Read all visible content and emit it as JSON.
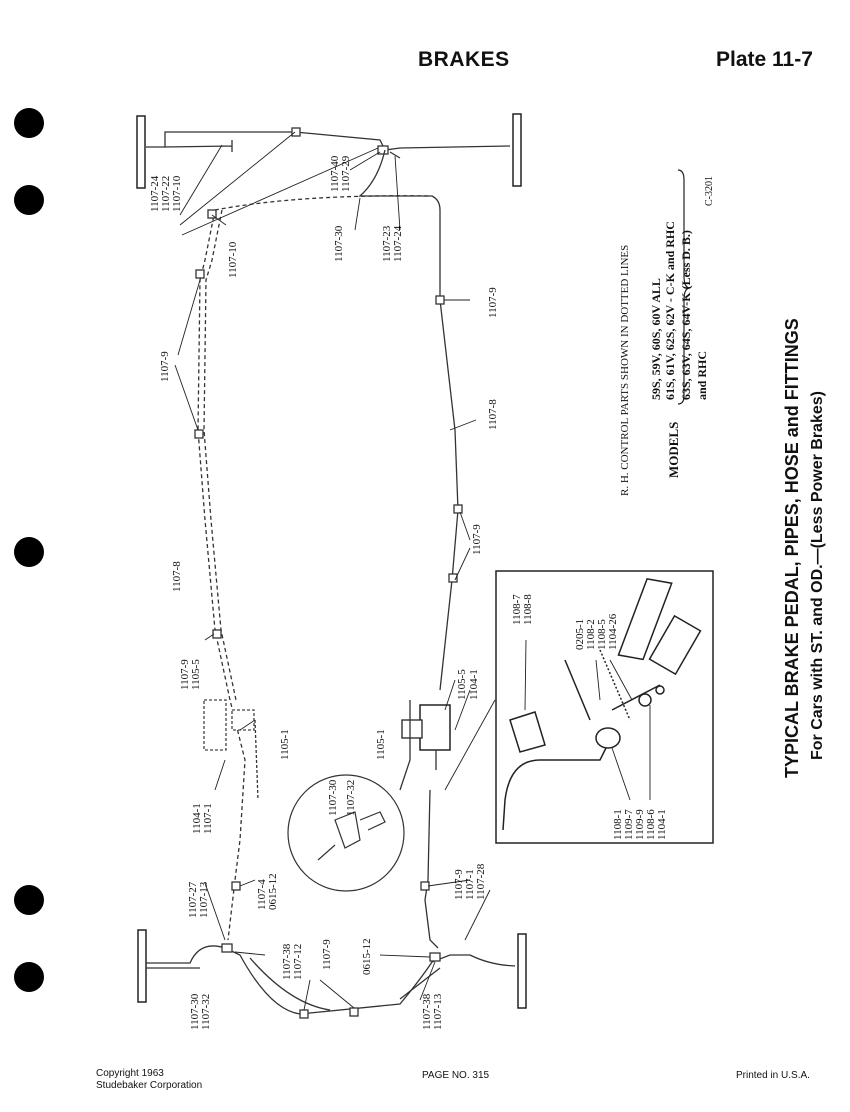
{
  "header": {
    "section": "BRAKES",
    "plate": "Plate 11-7"
  },
  "caption": {
    "title": "TYPICAL BRAKE PEDAL, PIPES, HOSE and FITTINGS",
    "subtitle": "For Cars with ST. and OD.—(Less Power Brakes)"
  },
  "notes": {
    "rh_control": "R. H. CONTROL PARTS SHOWN IN DOTTED LINES",
    "models_label": "MODELS",
    "models_line1": "59S, 59V, 60S, 60V ALL",
    "models_line2": "61S, 61V, 62S, 62V - C-K and RHC",
    "models_line3": "63S, 63V, 64S, 64V-K (Less D. B.)",
    "models_line4": "and RHC",
    "code": "C-3201"
  },
  "callouts": [
    {
      "id": "top-left-group",
      "lines": [
        "1107-24",
        "1107-22",
        "1107-10"
      ]
    },
    {
      "id": "top-1107-10",
      "lines": [
        "1107-10"
      ]
    },
    {
      "id": "top-right-a",
      "lines": [
        "1107-40",
        "1107-29"
      ]
    },
    {
      "id": "top-right-b",
      "lines": [
        "1107-30"
      ]
    },
    {
      "id": "top-right-c",
      "lines": [
        "1107-23",
        "1107-24"
      ]
    },
    {
      "id": "right-1107-9-upper",
      "lines": [
        "1107-9"
      ]
    },
    {
      "id": "left-1107-9-upper",
      "lines": [
        "1107-9"
      ]
    },
    {
      "id": "right-1107-8",
      "lines": [
        "1107-8"
      ]
    },
    {
      "id": "left-1107-8",
      "lines": [
        "1107-8"
      ]
    },
    {
      "id": "right-1107-9-mid",
      "lines": [
        "1107-9"
      ]
    },
    {
      "id": "left-1107-9-1105-5",
      "lines": [
        "1107-9",
        "1105-5"
      ]
    },
    {
      "id": "left-1105-1",
      "lines": [
        "1105-1"
      ]
    },
    {
      "id": "right-1105-5-1104-1",
      "lines": [
        "1105-5",
        "1104-1"
      ]
    },
    {
      "id": "right-1105-1",
      "lines": [
        "1105-1"
      ]
    },
    {
      "id": "left-1104-1-1107-1",
      "lines": [
        "1104-1",
        "1107-1"
      ]
    },
    {
      "id": "detail-1107-30-32",
      "lines": [
        "1107-30",
        "1107-32"
      ]
    },
    {
      "id": "left-1107-4-0615-12",
      "lines": [
        "1107-4",
        "0615-12"
      ]
    },
    {
      "id": "left-1107-27-13",
      "lines": [
        "1107-27",
        "1107-13"
      ]
    },
    {
      "id": "right-1107-9-1-28",
      "lines": [
        "1107-9",
        "1107-1",
        "1107-28"
      ]
    },
    {
      "id": "bottom-1107-38-12",
      "lines": [
        "1107-38",
        "1107-12"
      ]
    },
    {
      "id": "bottom-1107-9",
      "lines": [
        "1107-9"
      ]
    },
    {
      "id": "bottom-0615-12",
      "lines": [
        "0615-12"
      ]
    },
    {
      "id": "bottom-1107-30-32",
      "lines": [
        "1107-30",
        "1107-32"
      ]
    },
    {
      "id": "bottom-1107-38-13",
      "lines": [
        "1107-38",
        "1107-13"
      ]
    },
    {
      "id": "inset-1108-7-8",
      "lines": [
        "1108-7",
        "1108-8"
      ]
    },
    {
      "id": "inset-top-group",
      "lines": [
        "0205-1",
        "1108-2",
        "1108-5",
        "1104-26"
      ]
    },
    {
      "id": "inset-bottom-group",
      "lines": [
        "1108-1",
        "1109-7",
        "1109-9",
        "1108-6",
        "1104-1"
      ]
    }
  ],
  "footer": {
    "copyright_line1": "Copyright 1963",
    "copyright_line2": "Studebaker Corporation",
    "page": "PAGE NO. 315",
    "printed": "Printed in U.S.A."
  }
}
